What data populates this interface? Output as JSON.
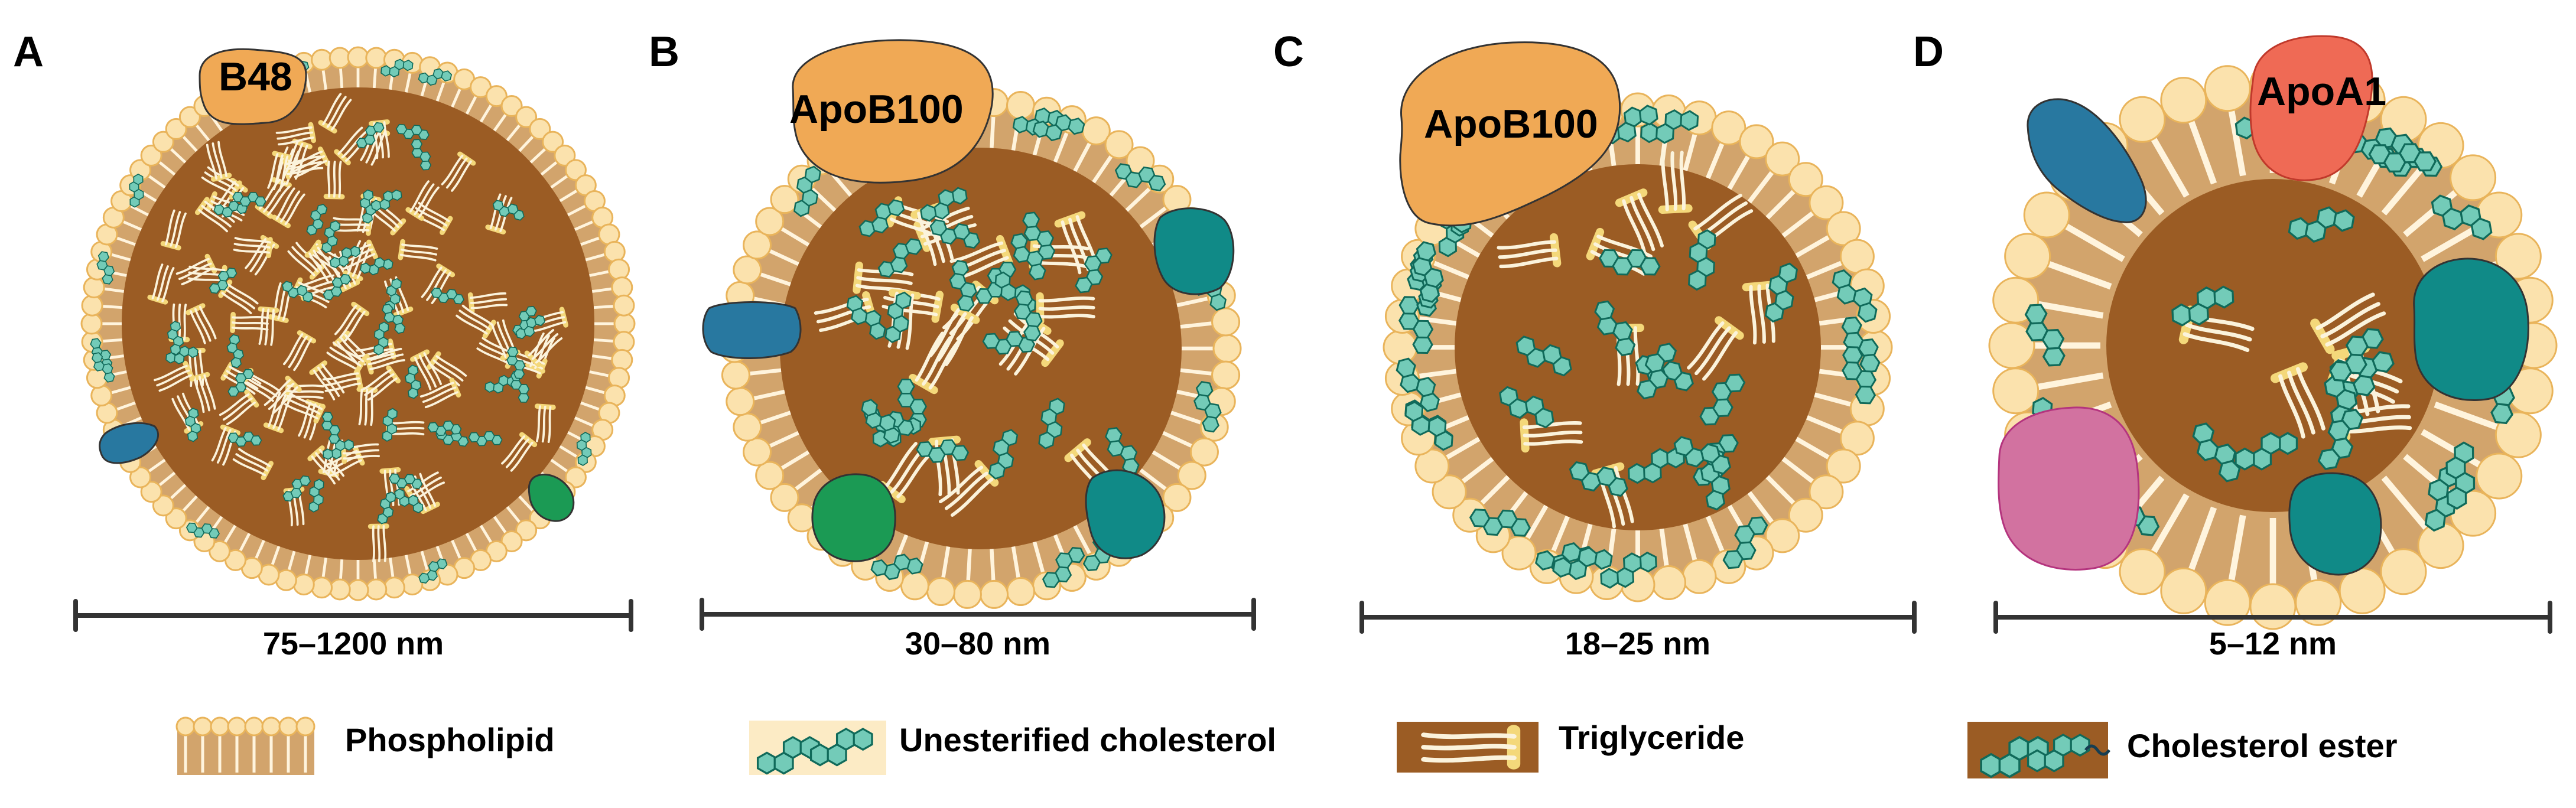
{
  "panels": [
    {
      "letter": "A",
      "apolipoprotein": "B48",
      "size": "75–1200 nm"
    },
    {
      "letter": "B",
      "apolipoprotein": "ApoB100",
      "size": "30–80 nm"
    },
    {
      "letter": "C",
      "apolipoprotein": "ApoB100",
      "size": "18–25 nm"
    },
    {
      "letter": "D",
      "apolipoprotein": "ApoA1",
      "size": "5–12 nm"
    }
  ],
  "legend": [
    {
      "label": "Phospholipid",
      "icon": "phospholipid-icon"
    },
    {
      "label": "Unesterified cholesterol",
      "icon": "unesterified-cholesterol-icon"
    },
    {
      "label": "Triglyceride",
      "icon": "triglyceride-icon"
    },
    {
      "label": "Cholesterol ester",
      "icon": "cholesterol-ester-icon"
    }
  ],
  "colors": {
    "core": "#9b5c24",
    "phospholipid_head": "#fbe2ad",
    "phospholipid_tail": "#d2a46c",
    "cholesterol": "#73cbb8",
    "triglyceride_head": "#f4d87a",
    "apo_orange": "#f0a955",
    "apoA1_red": "#ef6a55",
    "protein_blue": "#2878a0",
    "protein_teal": "#108a87",
    "protein_green": "#1b9a54",
    "protein_pink": "#d272a0"
  }
}
